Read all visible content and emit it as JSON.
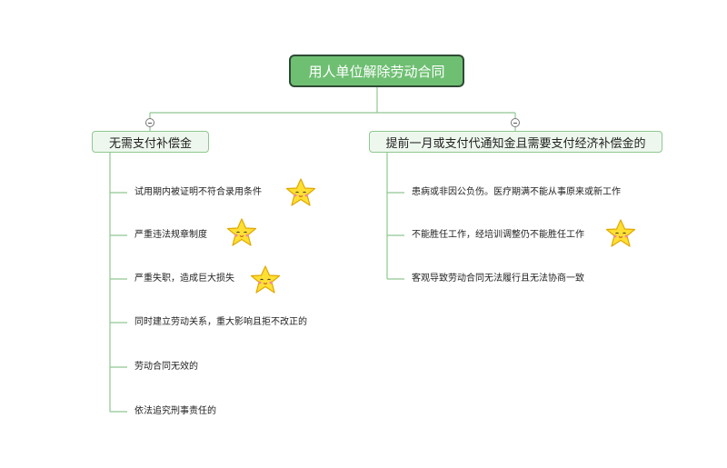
{
  "root": {
    "title": "用人单位解除劳动合同"
  },
  "left_branch": {
    "label": "无需支付补偿金",
    "items": [
      "试用期内被证明不符合录用条件",
      "严重违法规章制度",
      "严重失职，造成巨大损失",
      "同时建立劳动关系，重大影响且拒不改正的",
      "劳动合同无效的",
      "依法追究刑事责任的"
    ]
  },
  "right_branch": {
    "label": "提前一月或支付代通知金且需要支付经济补偿金的",
    "items": [
      "患病或非因公负伤。医疗期满不能从事原来或新工作",
      "不能胜任工作，经培训调整仍不能胜任工作",
      "客观导致劳动合同无法履行且无法协商一致"
    ]
  },
  "colors": {
    "root_fill": "#6fbf73",
    "root_border": "#2e4a33",
    "branch_fill": "#eef7ee",
    "line": "#8fc890",
    "star_fill": "#ffe033"
  },
  "icons": [
    "collapse-icon",
    "star-sticker-icon"
  ]
}
